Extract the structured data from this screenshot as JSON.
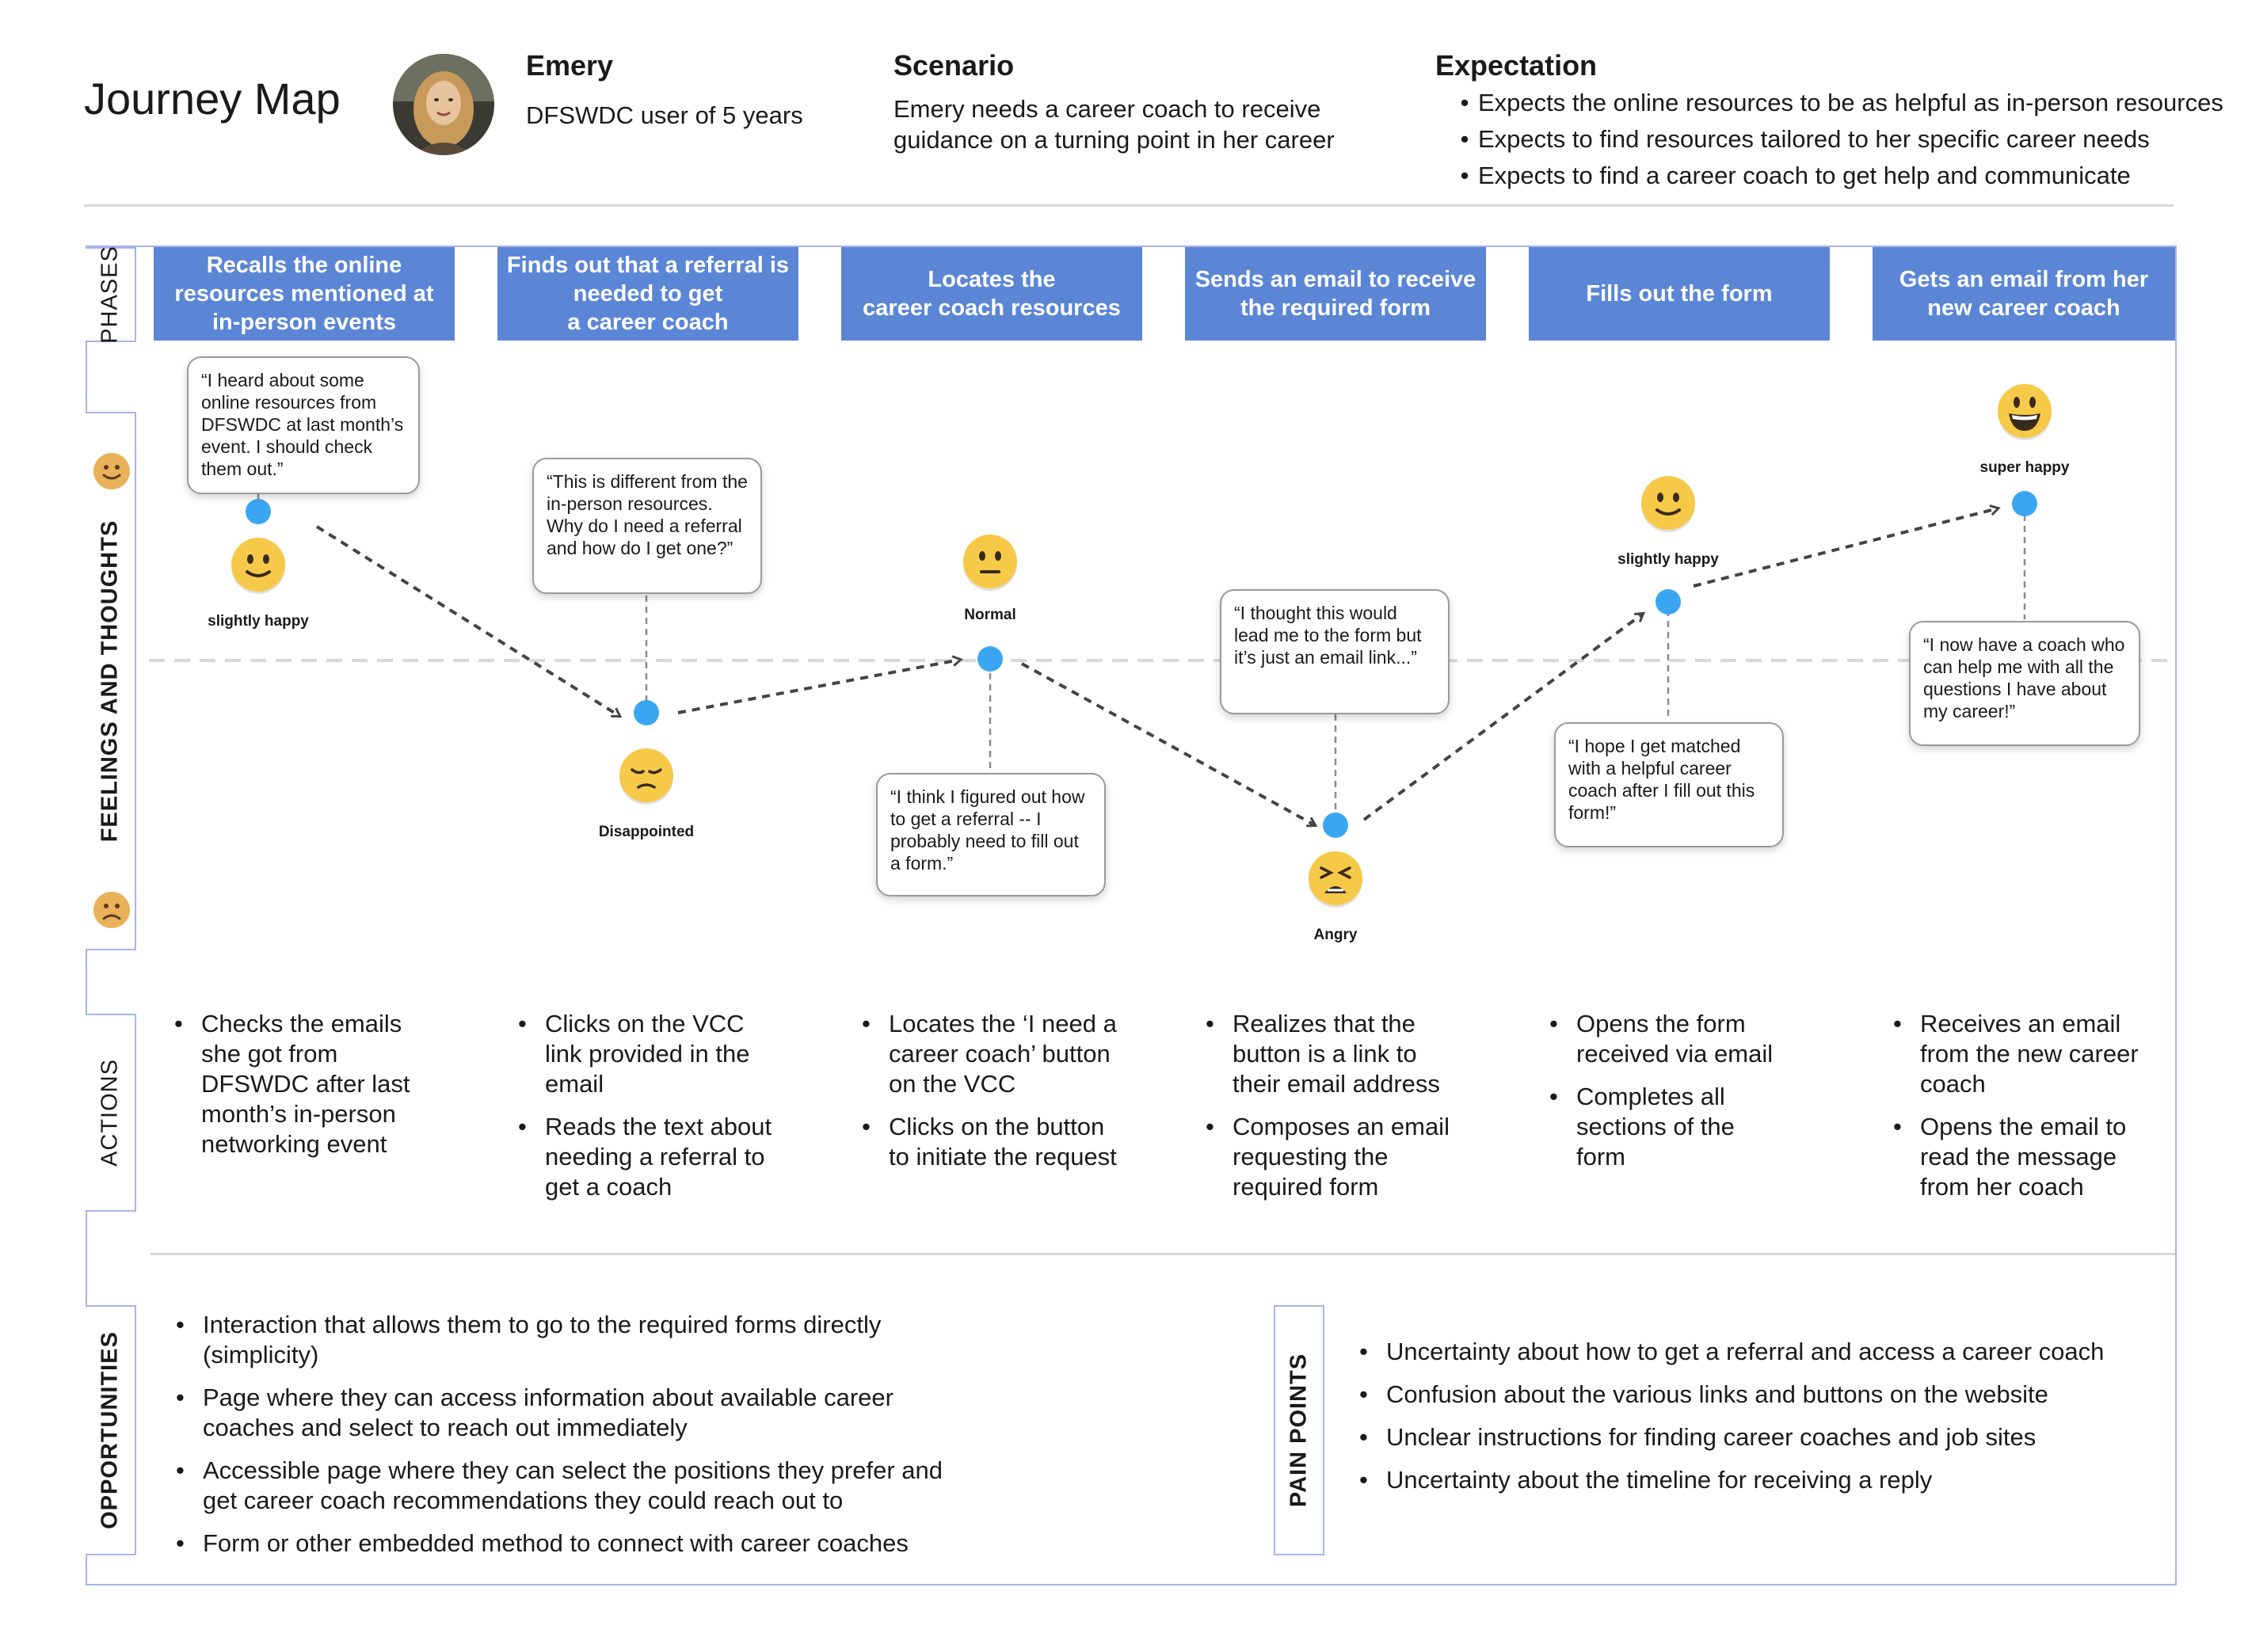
{
  "header": {
    "title": "Journey Map",
    "persona": {
      "name": "Emery",
      "description": "DFSWDC user of 5 years"
    },
    "scenario": {
      "label": "Scenario",
      "text_line1": "Emery needs a career coach to receive",
      "text_line2": "guidance on a turning point in her career"
    },
    "expectation": {
      "label": "Expectation",
      "items": [
        "Expects the online resources to be as helpful as in-person resources",
        "Expects to find resources tailored to her specific career needs",
        "Expects to find a career coach to get help and communicate"
      ]
    }
  },
  "sections": {
    "phases": "PHASES",
    "feelings": "FEELINGS AND THOUGHTS",
    "actions": "ACTIONS",
    "opportunities": "OPPORTUNITIES",
    "pain_points": "PAIN POINTS"
  },
  "phases": [
    {
      "line1": "Recalls the online",
      "line2": "resources mentioned at",
      "line3": "in-person events"
    },
    {
      "line1": "Finds out that a referral is",
      "line2": "needed to get",
      "line3": "a career coach"
    },
    {
      "line1": "Locates the",
      "line2": "career coach resources",
      "line3": ""
    },
    {
      "line1": "Sends an email to receive",
      "line2": "the required form",
      "line3": ""
    },
    {
      "line1": "Fills out the form",
      "line2": "",
      "line3": ""
    },
    {
      "line1": "Gets an email from her",
      "line2": "new career coach",
      "line3": ""
    }
  ],
  "journey": [
    {
      "emotion": "slightly happy",
      "emoji": "slightly-smiling-face",
      "level": 1,
      "quote": "“I heard about some online resources from DFSWDC at last month’s event. I should check them out.”"
    },
    {
      "emotion": "Disappointed",
      "emoji": "pensive-face",
      "level": 0,
      "quote": "“This is different from the in-person resources. Why do I need a referral and how do I get one?”"
    },
    {
      "emotion": "Normal",
      "emoji": "neutral-face",
      "level": 0,
      "quote": "“I think I figured out how to get a referral -- I probably need to fill out a form.”"
    },
    {
      "emotion": "Angry",
      "emoji": "tired-face",
      "level": -1,
      "quote": "“I thought this would lead me to the form but it’s just an email link...”"
    },
    {
      "emotion": "slightly happy",
      "emoji": "slightly-smiling-face",
      "level": 1,
      "quote": "“I hope I get matched with a helpful career coach after I fill out this form!”"
    },
    {
      "emotion": "super happy",
      "emoji": "grinning-face",
      "level": 2,
      "quote": "“I now have a coach who can help me with all the questions I have about my career!”"
    }
  ],
  "actions": [
    [
      "Checks the emails she got from DFSWDC after last month’s in-person networking event"
    ],
    [
      "Clicks on the VCC link provided in the email",
      "Reads the text about needing a referral to get a coach"
    ],
    [
      "Locates the ‘I need a career coach’ button on the VCC",
      "Clicks on the button to initiate the request"
    ],
    [
      "Realizes that the button is a link to their email address",
      "Composes an email requesting the required form"
    ],
    [
      "Opens the form received via email",
      "Completes all sections of the form"
    ],
    [
      "Receives an email from the new career coach",
      "Opens the email to read the message from her coach"
    ]
  ],
  "opportunities": [
    "Interaction that allows them to go to the required forms directly (simplicity)",
    "Page where they can access information about available career coaches and select to reach out immediately",
    "Accessible page where they can select the positions they prefer and get career coach recommendations they could reach out to",
    "Form or other embedded method to connect with career coaches"
  ],
  "pain_points": [
    "Uncertainty about how to get a referral and access a career coach",
    "Confusion about the various links and buttons on the website",
    "Unclear instructions for finding career coaches and job sites",
    "Uncertainty about the timeline for receiving a reply"
  ],
  "colors": {
    "phase": "#5b86d6",
    "frame": "#a7b4ea",
    "point": "#3aa6f2",
    "emoji": "#f7c948"
  }
}
